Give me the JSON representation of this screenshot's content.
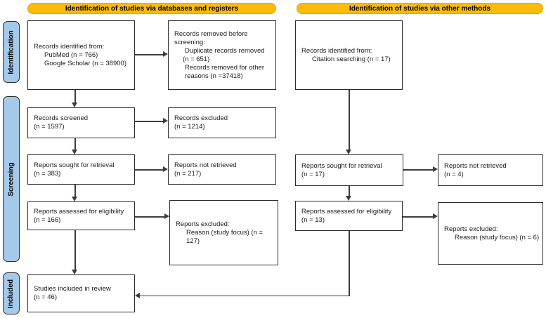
{
  "headers": {
    "databases": "Identification of studies via databases and registers",
    "other": "Identification of studies via other methods"
  },
  "sidebar": {
    "identification": "Identification",
    "screening": "Screening",
    "included": "Included"
  },
  "boxes": {
    "records_identified_db": {
      "line1": "Records identified from:",
      "line2": "PubMed (n = 766)",
      "line3": "Google Scholar (n = 38900)"
    },
    "records_removed": {
      "line1": "Records removed before",
      "line2": "screening:",
      "line3": "Duplicate records removed",
      "line4": "(n = 651)",
      "line5": "Records removed for other",
      "line6": "reasons (n =37418)"
    },
    "records_identified_other": {
      "line1": "Records identified from:",
      "line2": "Citation searching (n = 17)"
    },
    "records_screened": {
      "line1": "Records screened",
      "line2": "(n = 1597)"
    },
    "records_excluded": {
      "line1": "Records excluded",
      "line2": "(n = 1214)"
    },
    "reports_sought_db": {
      "line1": "Reports sought for retrieval",
      "line2": "(n = 383)"
    },
    "reports_not_retrieved_db": {
      "line1": "Reports not retrieved",
      "line2": "(n = 217)"
    },
    "reports_sought_other": {
      "line1": "Reports sought for retrieval",
      "line2": "(n = 17)"
    },
    "reports_not_retrieved_other": {
      "line1": "Reports not retrieved",
      "line2": "(n = 4)"
    },
    "reports_assessed_db": {
      "line1": "Reports assessed for eligibility",
      "line2": "(n = 166)"
    },
    "reports_excluded_db": {
      "line1": "Reports excluded:",
      "line2": "Reason (study focus) (n =",
      "line3": "127)"
    },
    "reports_assessed_other": {
      "line1": "Reports assessed for eligibility",
      "line2": "(n = 13)"
    },
    "reports_excluded_other": {
      "line1": "Reports excluded:",
      "line2": "Reason (study focus) (n = 6)"
    },
    "studies_included": {
      "line1": "Studies included in review",
      "line2": "(n = 46)"
    }
  },
  "colors": {
    "header_bg": "#FBBC09",
    "header_border": "#DFA205",
    "sidebar_bg": "#A4C9EA",
    "sidebar_border": "#2E2E2E",
    "box_border": "#2B2B2B",
    "line": "#3D3D3D",
    "text": "#1A1A1A",
    "background": "#FFFFFF"
  }
}
